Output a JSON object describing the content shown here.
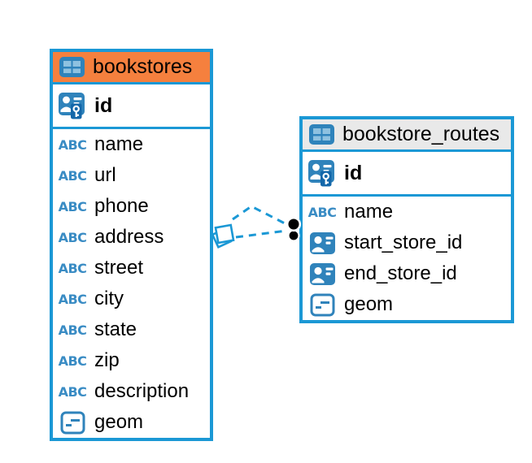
{
  "icons": {
    "text_icon_glyph": "ABC"
  },
  "colors": {
    "table_border": "#1b98d5",
    "row_separator": "#1b98d5",
    "relation_line": "#1b98d5",
    "icon_blue": "#2f83bb",
    "icon_blue_light": "#8ec1e0",
    "key_badge_blue": "#1467a9",
    "text_icon_blue": "#3a8cc4",
    "bookstores_header": "#f5803e",
    "bookstore_routes_header": "#e9e9e9",
    "label_text": "#000000",
    "relation_dot": "#000000"
  },
  "diagram": {
    "tables": [
      {
        "name": "bookstores",
        "header_color": "#f5803e",
        "columns": [
          {
            "name": "id",
            "icon": "primary-key-icon",
            "key": "primary"
          },
          {
            "name": "name",
            "icon": "text-icon",
            "key": "none"
          },
          {
            "name": "url",
            "icon": "text-icon",
            "key": "none"
          },
          {
            "name": "phone",
            "icon": "text-icon",
            "key": "none"
          },
          {
            "name": "address",
            "icon": "text-icon",
            "key": "none"
          },
          {
            "name": "street",
            "icon": "text-icon",
            "key": "none"
          },
          {
            "name": "city",
            "icon": "text-icon",
            "key": "none"
          },
          {
            "name": "state",
            "icon": "text-icon",
            "key": "none"
          },
          {
            "name": "zip",
            "icon": "text-icon",
            "key": "none"
          },
          {
            "name": "description",
            "icon": "text-icon",
            "key": "none"
          },
          {
            "name": "geom",
            "icon": "geometry-icon",
            "key": "none"
          }
        ]
      },
      {
        "name": "bookstore_routes",
        "header_color": "#e9e9e9",
        "columns": [
          {
            "name": "id",
            "icon": "primary-key-icon",
            "key": "primary"
          },
          {
            "name": "name",
            "icon": "text-icon",
            "key": "none"
          },
          {
            "name": "start_store_id",
            "icon": "reference-icon",
            "key": "foreign"
          },
          {
            "name": "end_store_id",
            "icon": "reference-icon",
            "key": "foreign"
          },
          {
            "name": "geom",
            "icon": "geometry-icon",
            "key": "none"
          }
        ]
      }
    ],
    "relations": [
      {
        "from_table": "bookstore_routes",
        "from_column": "start_store_id",
        "to_table": "bookstores",
        "to_column": "id",
        "line_style": "dashed"
      },
      {
        "from_table": "bookstore_routes",
        "from_column": "end_store_id",
        "to_table": "bookstores",
        "to_column": "id",
        "line_style": "dashed"
      }
    ]
  }
}
